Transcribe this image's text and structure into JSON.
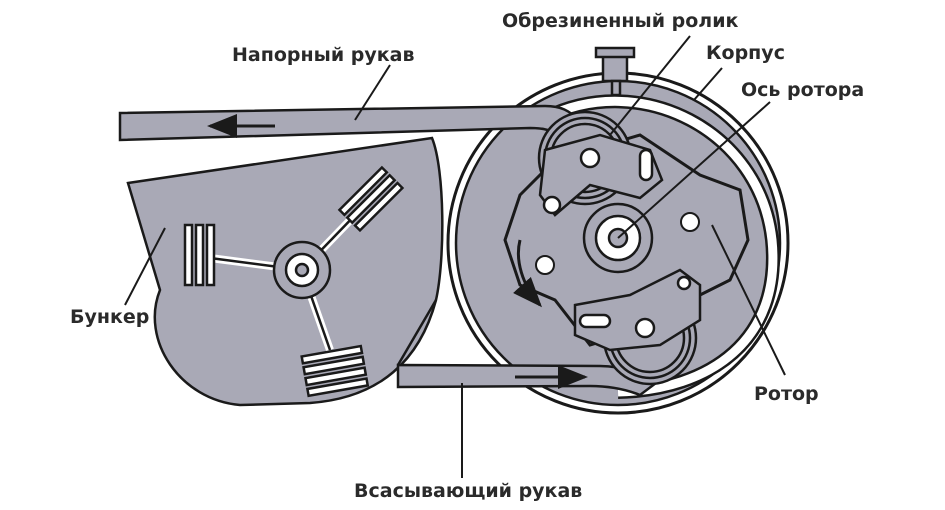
{
  "labels": {
    "pressure_hose": "Напорный рукав",
    "rubber_roller": "Обрезиненный ролик",
    "housing": "Корпус",
    "rotor_axis": "Ось ротора",
    "hopper": "Бункер",
    "rotor": "Ротор",
    "suction_hose": "Всасывающий рукав"
  },
  "colors": {
    "fill": "#a9a9b6",
    "stroke": "#1a1a1a",
    "background": "#ffffff"
  }
}
